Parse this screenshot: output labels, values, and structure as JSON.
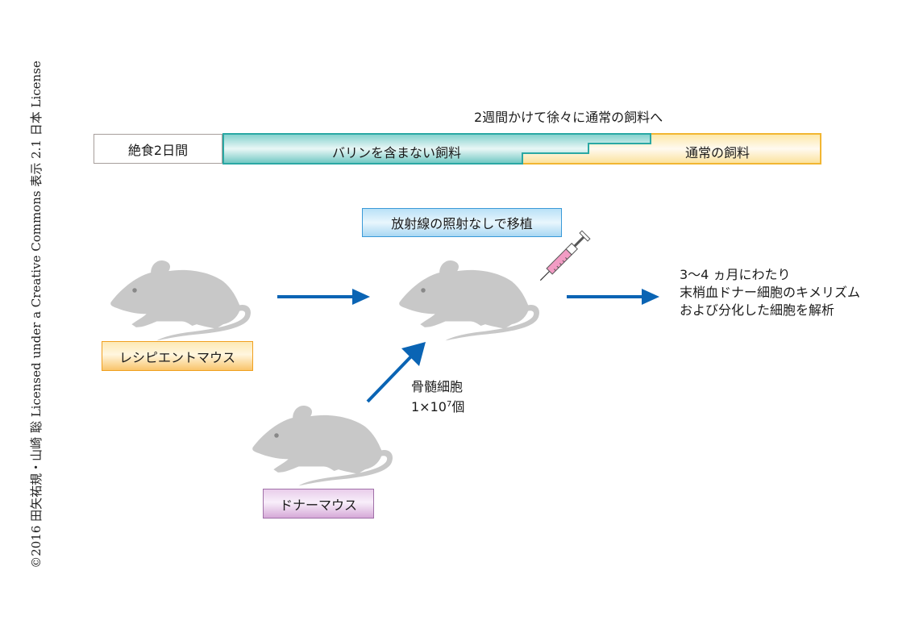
{
  "credit": {
    "text": "©2016 田矢祐規・山崎 聡 Licensed under a Creative Commons 表示 2.1 日本 License"
  },
  "feed_timeline": {
    "transition_caption": "2週間かけて徐々に通常の飼料へ",
    "segments": [
      {
        "label": "絶食2日間",
        "kind": "fasting"
      },
      {
        "label": "バリンを含まない飼料",
        "kind": "valine-free-diet"
      },
      {
        "label": "通常の飼料",
        "kind": "normal-diet"
      }
    ],
    "colors": {
      "valine_free": "#2aa8a4",
      "normal": "#f2b632",
      "fasting_border": "#a79e9b"
    }
  },
  "transplant": {
    "label": "放射線の照射なしで移植"
  },
  "recipient": {
    "label": "レシピエントマウス"
  },
  "donor": {
    "label": "ドナーマウス"
  },
  "bone_marrow": {
    "line1": "骨髄細胞",
    "count_prefix": "1×10",
    "count_exponent": "7",
    "count_suffix": "個"
  },
  "analysis": {
    "line1": "3〜4 ヵ月にわたり",
    "line2": "末梢血ドナー細胞のキメリズム",
    "line3": "および分化した細胞を解析"
  },
  "colors": {
    "arrow": "#0a64b4",
    "mouse": "#c8c8c8",
    "syringe_fill": "#f29cc4"
  }
}
